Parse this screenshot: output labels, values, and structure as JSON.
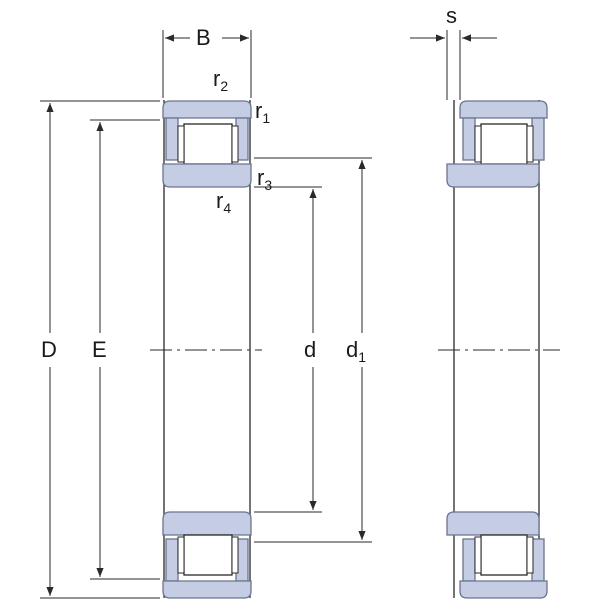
{
  "diagram": {
    "labels": {
      "B": "B",
      "s": "s",
      "r2": {
        "base": "r",
        "sub": "2"
      },
      "r1": {
        "base": "r",
        "sub": "1"
      },
      "r3": {
        "base": "r",
        "sub": "3"
      },
      "r4": {
        "base": "r",
        "sub": "4"
      },
      "D": "D",
      "E": "E",
      "d": "d",
      "d1": {
        "base": "d",
        "sub": "1"
      }
    },
    "colors": {
      "ring_fill": "#c4cde3",
      "ring_stroke": "#6b7390",
      "line": "#2a2a2a",
      "background": "#ffffff"
    }
  }
}
